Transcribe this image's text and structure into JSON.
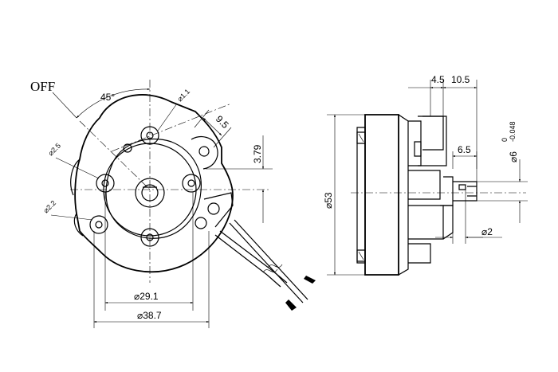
{
  "labels": {
    "off": "OFF",
    "angle": "45°",
    "hole_small": "⌀1.1",
    "hole_mid": "⌀2.5",
    "hole_low": "⌀2.2",
    "offset_a": "9.5",
    "offset_b": "3.79",
    "pitch_inner": "⌀29.1",
    "body_outer": "⌀38.7",
    "side_diameter": "⌀53",
    "depth_a": "4.5",
    "depth_b": "10.5",
    "shaft_len": "6.5",
    "shaft_dia": "⌀6",
    "shaft_tol_upper": "0",
    "shaft_tol_lower": "-0.048",
    "pin_dia": "⌀2"
  }
}
